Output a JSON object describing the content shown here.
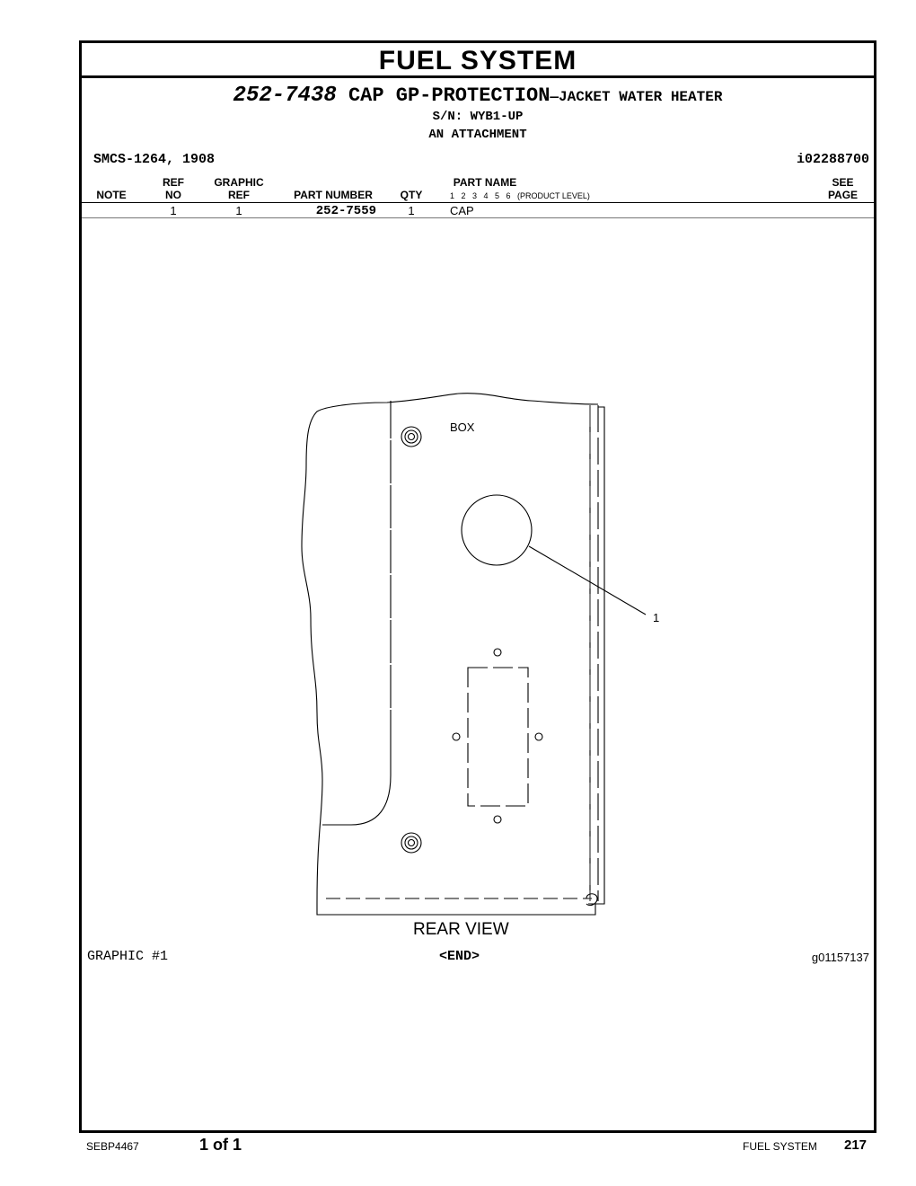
{
  "section": {
    "title": "FUEL SYSTEM"
  },
  "heading": {
    "part_number": "252-7438",
    "name": "CAP GP-PROTECTION",
    "suffix": "—JACKET WATER HEATER",
    "serial": "S/N: WYB1-UP",
    "attachment": "AN ATTACHMENT"
  },
  "smcs": "SMCS-1264, 1908",
  "illustration_id": "i02288700",
  "columns": {
    "note": "NOTE",
    "ref_no": [
      "REF",
      "NO"
    ],
    "graphic_ref": [
      "GRAPHIC",
      "REF"
    ],
    "part_number": "PART NUMBER",
    "qty": "QTY",
    "part_name": "PART NAME",
    "levels": "1   2   3   4   5   6   (PRODUCT LEVEL)",
    "see_page": [
      "SEE",
      "PAGE"
    ]
  },
  "rows": [
    {
      "note": "",
      "ref_no": "1",
      "graphic_ref": "1",
      "part_number": "252-7559",
      "qty": "1",
      "part_name": "CAP",
      "see_page": ""
    }
  ],
  "graphic": {
    "box_label": "BOX",
    "callout": "1",
    "view_label": "REAR VIEW",
    "caption": "GRAPHIC #1",
    "end_marker": "<END>",
    "graphic_id": "g01157137"
  },
  "footer": {
    "doc_number": "SEBP4467",
    "page_of": "1 of 1",
    "section": "FUEL SYSTEM",
    "page_number": "217"
  }
}
